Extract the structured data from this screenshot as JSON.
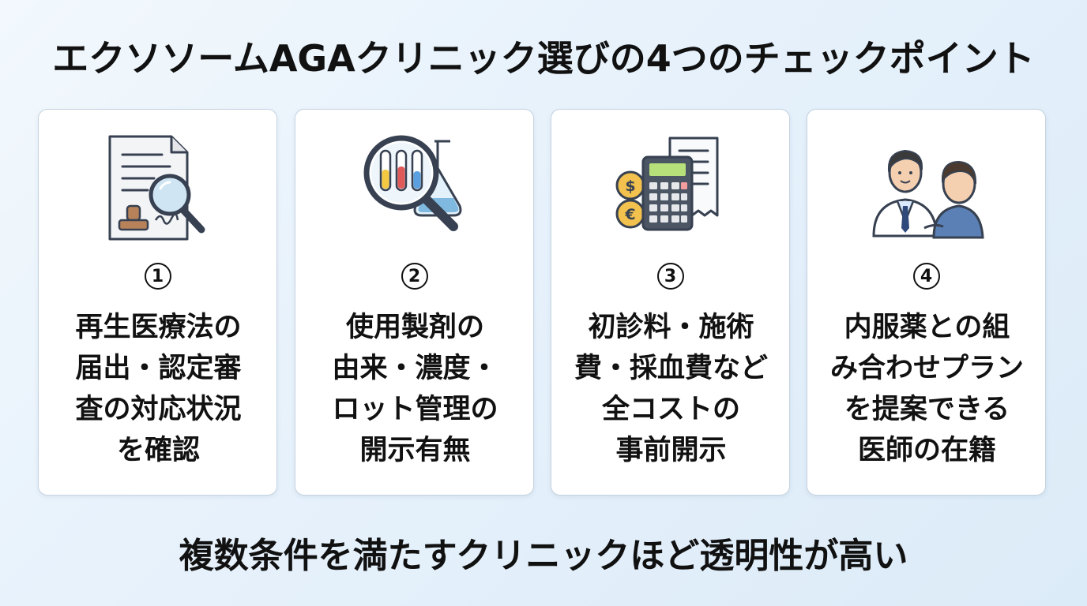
{
  "title": "エクソソームAGAクリニック選びの4つのチェックポイント",
  "cards": [
    {
      "number": "1",
      "icon": "document-magnifier-stamp-icon",
      "lines": [
        "再生医療法の",
        "届出・認定審",
        "査の対応状況",
        "を確認"
      ]
    },
    {
      "number": "2",
      "icon": "test-tubes-magnifier-flask-icon",
      "lines": [
        "使用製剤の",
        "由来・濃度・",
        "ロット管理の",
        "開示有無"
      ]
    },
    {
      "number": "3",
      "icon": "calculator-receipt-coins-icon",
      "lines": [
        "初診料・施術",
        "費・採血費など",
        "全コストの",
        "事前開示"
      ]
    },
    {
      "number": "4",
      "icon": "doctor-patient-consultation-icon",
      "lines": [
        "内服薬との組",
        "み合わせプラン",
        "を提案できる",
        "医師の在籍"
      ]
    }
  ],
  "footer": "複数条件を満たすクリニックほど透明性が高い"
}
